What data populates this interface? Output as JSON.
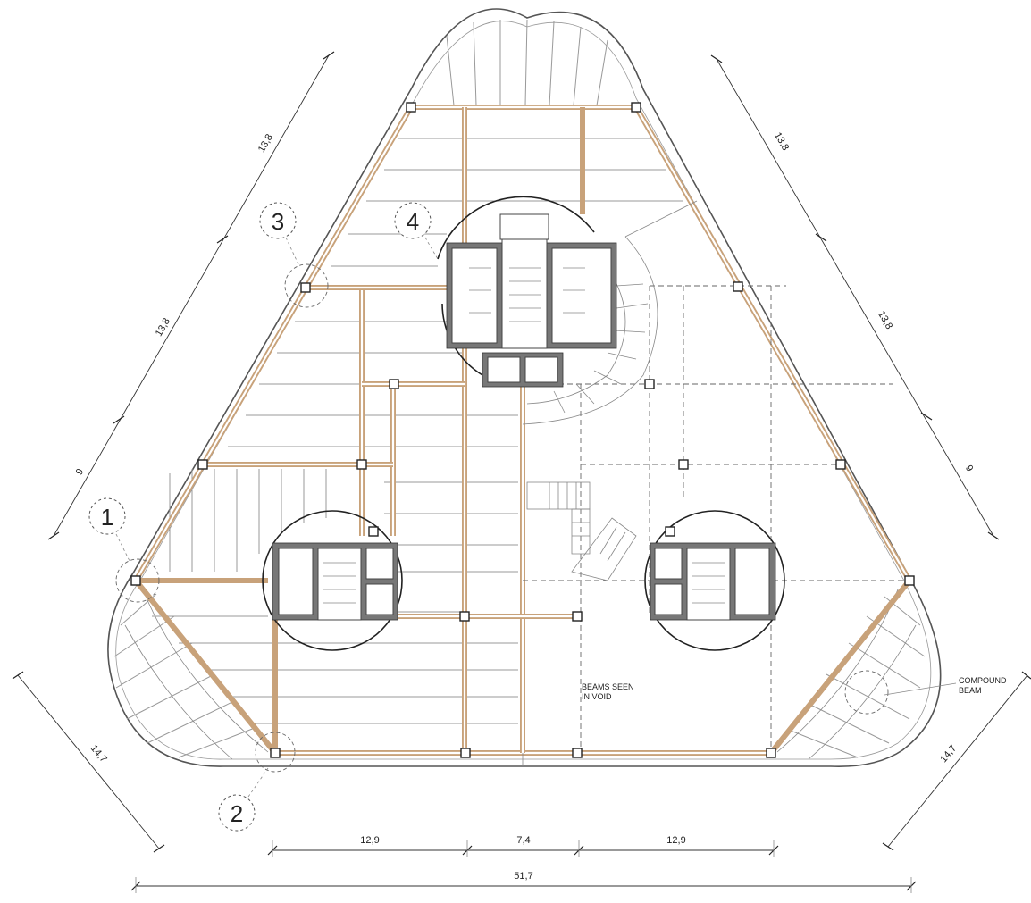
{
  "dimensions": {
    "left_side": [
      "13,8",
      "13,8",
      "9"
    ],
    "right_side": [
      "13,8",
      "13,8",
      "9"
    ],
    "bottom_left_corner": "14,7",
    "bottom_right_corner": "14,7",
    "bottom_segments": [
      "12,9",
      "7,4",
      "12,9"
    ],
    "bottom_total": "51,7"
  },
  "detail_markers": [
    "1",
    "2",
    "3",
    "4"
  ],
  "annotations": {
    "void_line1": "BEAMS SEEN",
    "void_line2": "IN VOID",
    "compound_line1": "COMPOUND",
    "compound_line2": "BEAM"
  },
  "colors": {
    "beam": "#c8a27a",
    "outline": "#555555",
    "wall": "#777777"
  }
}
